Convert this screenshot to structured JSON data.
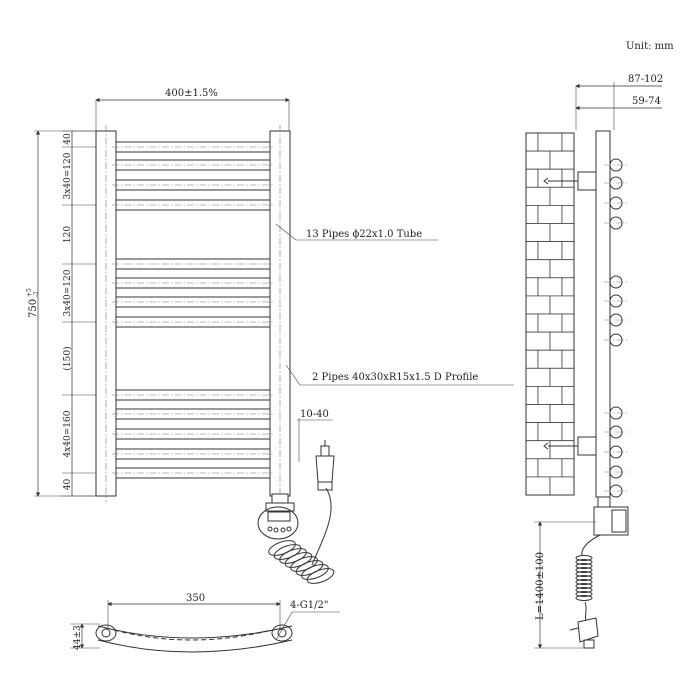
{
  "unit_label": "Unit: mm",
  "front": {
    "width_dim": "400±1.5%",
    "height_dim": "750",
    "height_tol_upper": "+5",
    "height_tol_lower": "-2",
    "spacings": [
      "40",
      "3x40=120",
      "120",
      "3x40=120",
      "(150)",
      "4x40=160",
      "40"
    ],
    "tube_label": "13 Pipes ϕ22x1.0 Tube",
    "profile_label": "2 Pipes 40x30xR15x1.5  D  Profile",
    "plug_offset": "10-40"
  },
  "side": {
    "depth_outer": "87-102",
    "depth_inner": "59-74",
    "cable_length": "L=1400±100"
  },
  "bottom": {
    "center_dim": "350",
    "connector_label": "4-G1/2\"",
    "height_dim": "44±3"
  }
}
